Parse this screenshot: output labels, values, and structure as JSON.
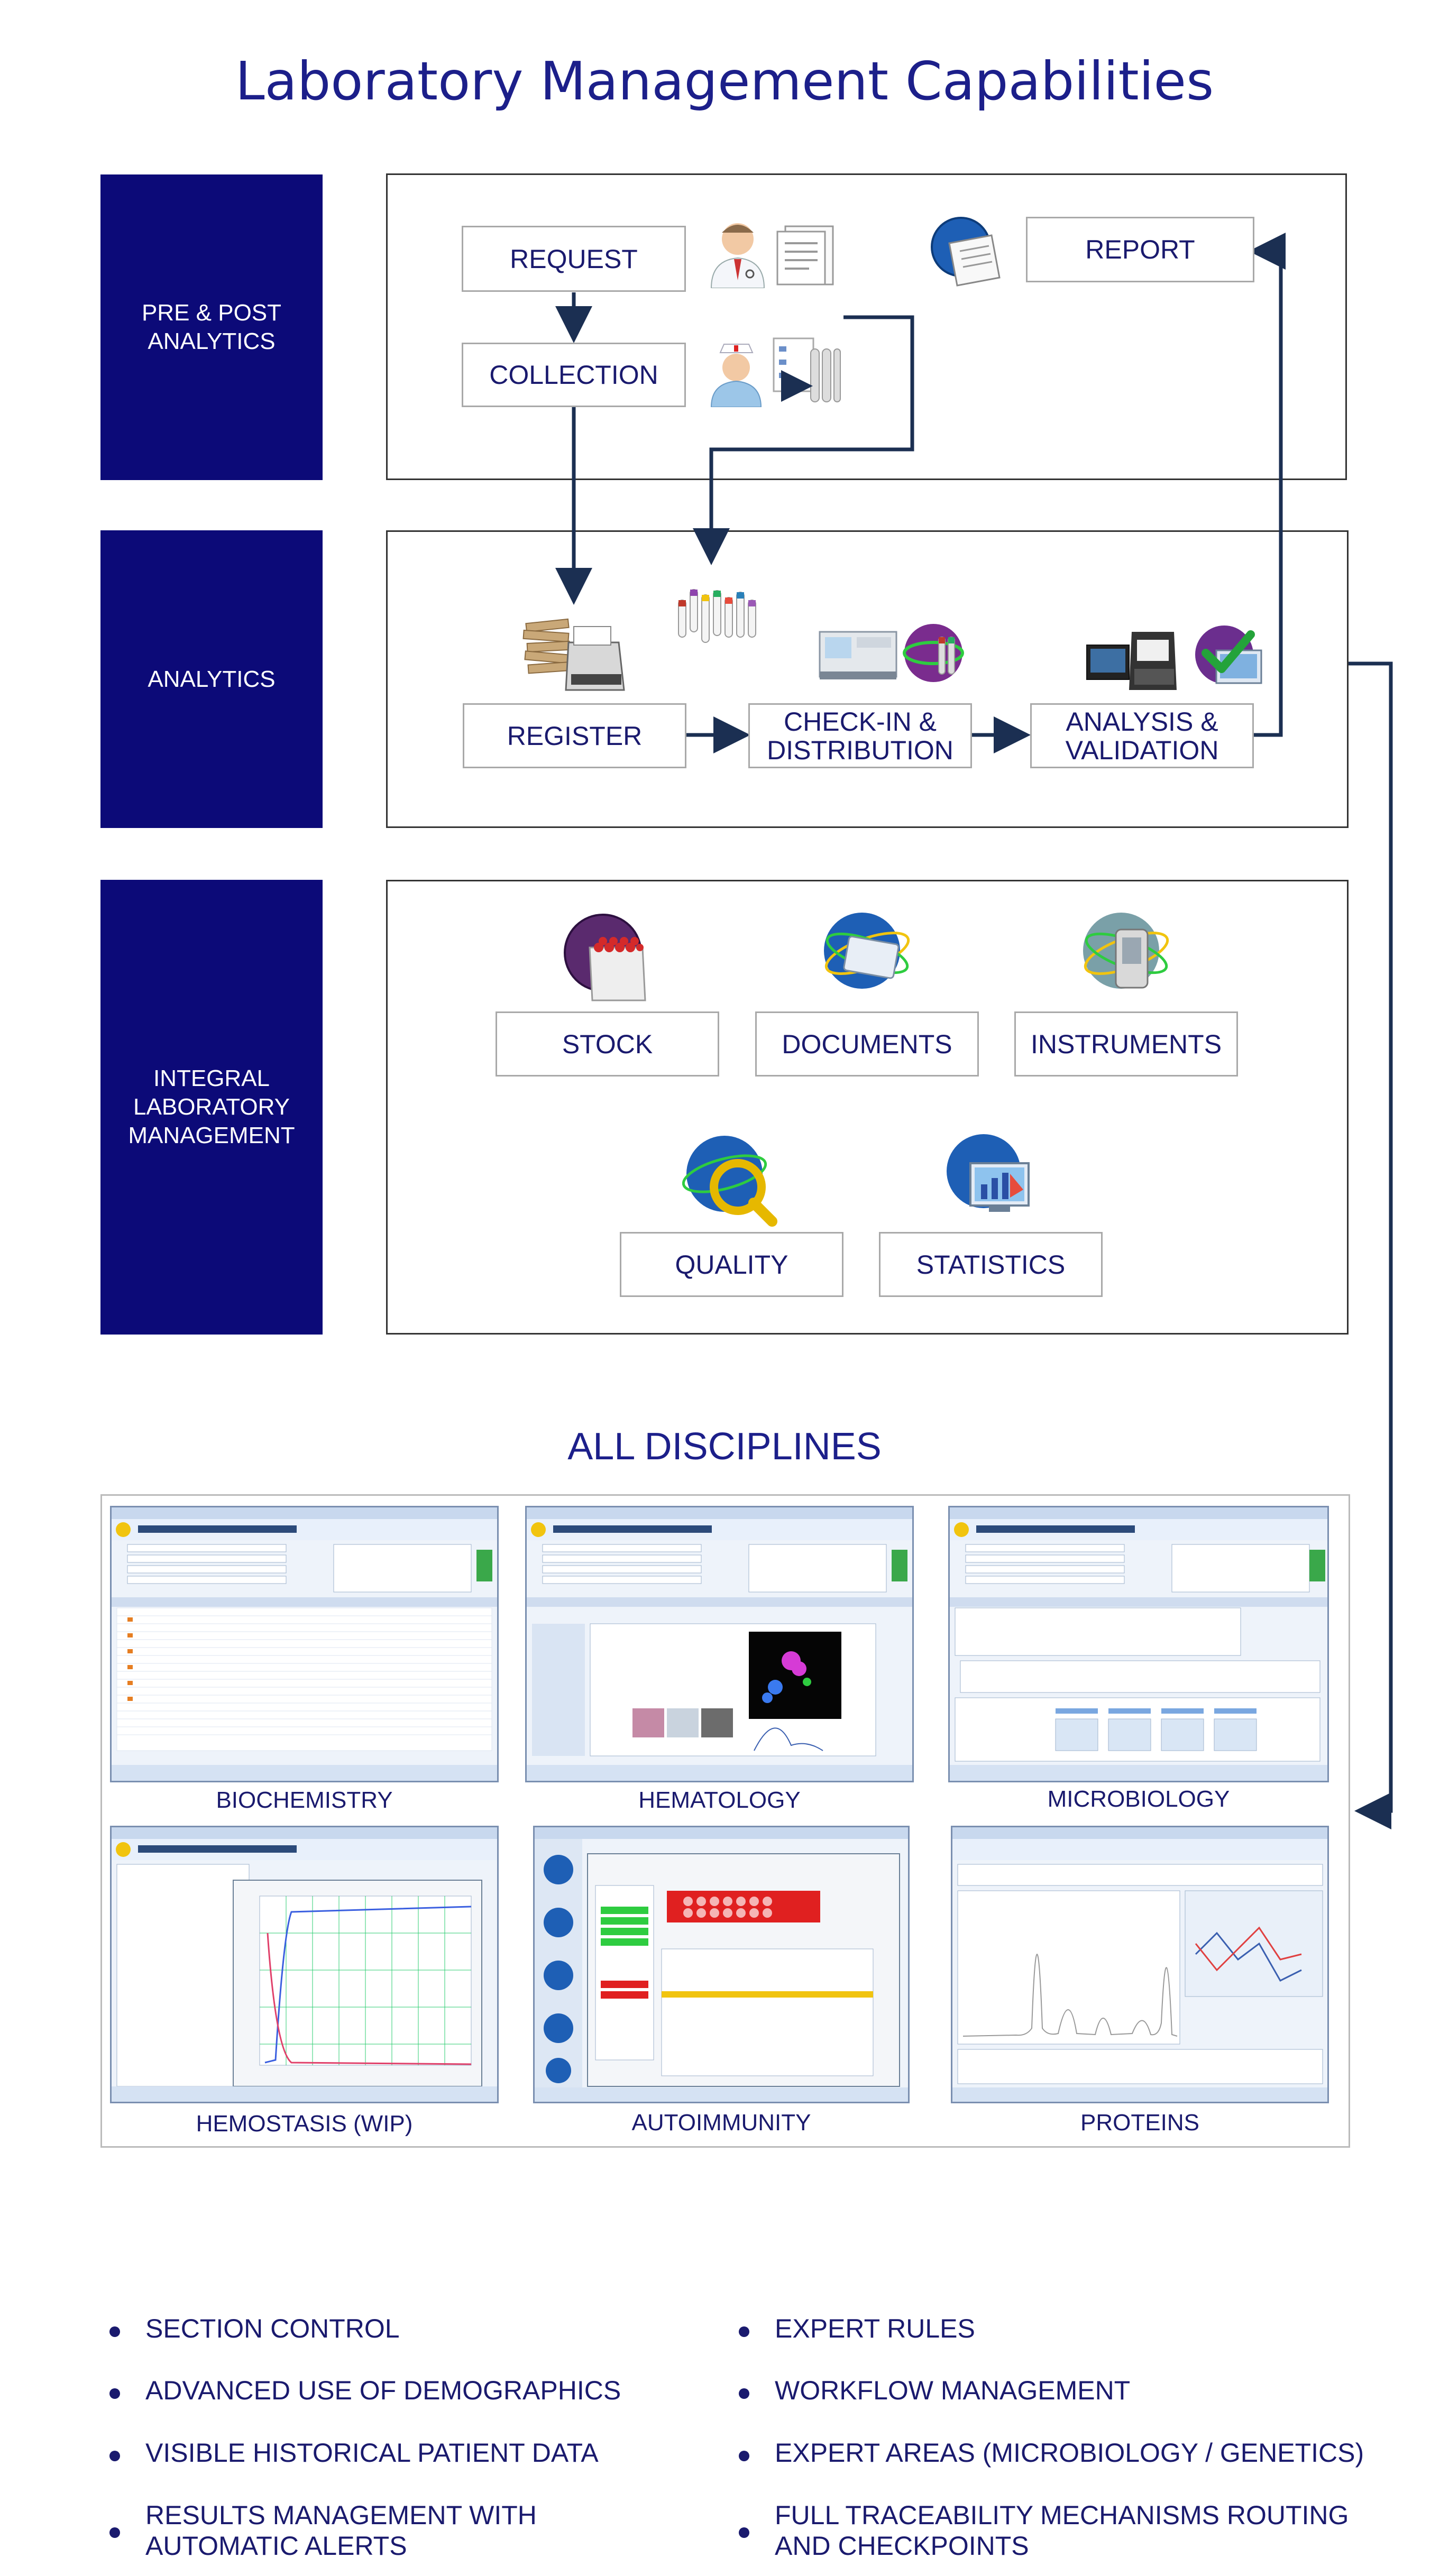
{
  "title": "Laboratory Management Capabilities",
  "sections": {
    "pre_post": "PRE & POST\nANALYTICS",
    "analytics": "ANALYTICS",
    "integral": "INTEGRAL\nLABORATORY\nMANAGEMENT"
  },
  "steps": {
    "request": "REQUEST",
    "collection": "COLLECTION",
    "report": "REPORT",
    "register": "REGISTER",
    "checkin": "CHECK-IN &\nDISTRIBUTION",
    "analysis": "ANALYSIS &\nVALIDATION"
  },
  "modules": {
    "stock": "STOCK",
    "documents": "DOCUMENTS",
    "instruments": "INSTRUMENTS",
    "quality": "QUALITY",
    "statistics": "STATISTICS"
  },
  "disciplines": {
    "heading": "ALL DISCIPLINES",
    "items": [
      "BIOCHEMISTRY",
      "HEMATOLOGY",
      "MICROBIOLOGY",
      "HEMOSTASIS (WIP)",
      "AUTOIMMUNITY",
      "PROTEINS"
    ]
  },
  "features": {
    "left": [
      "SECTION CONTROL",
      "ADVANCED USE OF DEMOGRAPHICS",
      "VISIBLE HISTORICAL PATIENT DATA",
      "RESULTS MANAGEMENT WITH\nAUTOMATIC ALERTS"
    ],
    "right": [
      "EXPERT RULES",
      "WORKFLOW MANAGEMENT",
      "EXPERT AREAS (MICROBIOLOGY / GENETICS)",
      "FULL TRACEABILITY MECHANISMS ROUTING\nAND CHECKPOINTS"
    ]
  },
  "colors": {
    "section_fill": "#0c0a78",
    "text": "#1a1a6e",
    "connector": "#1b2f52"
  },
  "icons": [
    "doctor-icon",
    "document-icon",
    "nurse-icon",
    "tube-rack-icon",
    "report-globe-icon",
    "scanner-icon",
    "sample-tubes-icon",
    "analyzer-icon",
    "instrument-globe-icon",
    "validation-icon",
    "stock-icon",
    "documents-globe-icon",
    "instruments-icon",
    "quality-icon",
    "statistics-icon"
  ]
}
